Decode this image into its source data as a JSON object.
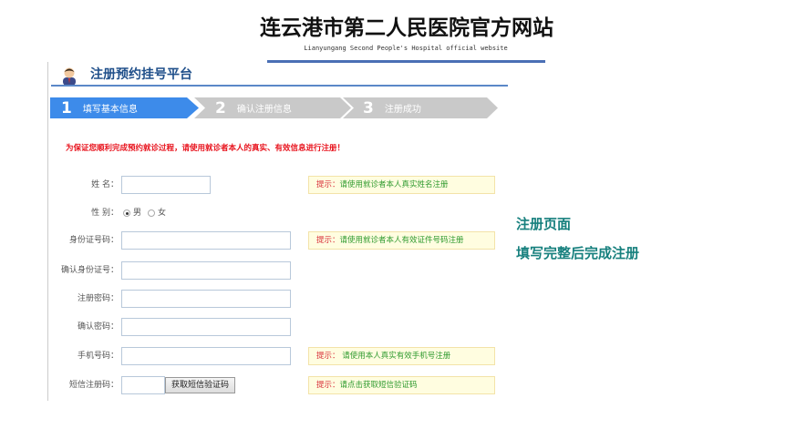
{
  "site": {
    "title": "连云港市第二人民医院官方网站",
    "subtitle": "Lianyungang Second People's Hospital official website"
  },
  "panel": {
    "title": "注册预约挂号平台"
  },
  "steps": [
    {
      "num": "1",
      "label": "填写基本信息"
    },
    {
      "num": "2",
      "label": "确认注册信息"
    },
    {
      "num": "3",
      "label": "注册成功"
    }
  ],
  "warning": "为保证您顺利完成预约就诊过程，请使用就诊者本人的真实、有效信息进行注册！",
  "form": {
    "name_label": "姓 名：",
    "gender_label": "性 别：",
    "gender_male": "男",
    "gender_female": "女",
    "id_label": "身份证号码：",
    "confirm_id_label": "确认身份证号：",
    "password_label": "注册密码：",
    "confirm_password_label": "确认密码：",
    "phone_label": "手机号码：",
    "sms_label": "短信注册码：",
    "sms_button": "获取短信验证码"
  },
  "tips": {
    "prefix": "提示：",
    "name": "请使用就诊者本人真实姓名注册",
    "id": "请使用就诊者本人有效证件号码注册",
    "phone": " 请使用本人真实有效手机号注册",
    "sms": "请点击获取短信验证码"
  },
  "side": {
    "line1": "注册页面",
    "line2": "填写完整后完成注册"
  }
}
